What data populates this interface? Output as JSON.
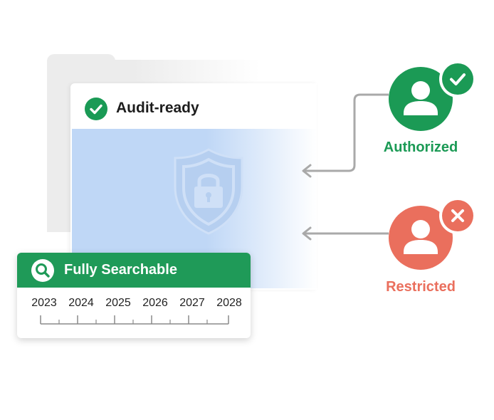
{
  "document": {
    "title": "Audit-ready",
    "icons": [
      "check-icon",
      "shield-lock-icon"
    ]
  },
  "search_card": {
    "title": "Fully Searchable",
    "icon": "search-icon",
    "years": [
      "2023",
      "2024",
      "2025",
      "2026",
      "2027",
      "2028"
    ]
  },
  "access": {
    "authorized": {
      "label": "Authorized",
      "icon": "user-icon",
      "badge_icon": "check-icon",
      "color": "#1b9a55"
    },
    "restricted": {
      "label": "Restricted",
      "icon": "user-icon",
      "badge_icon": "close-icon",
      "color": "#ea6f5d"
    }
  },
  "colors": {
    "green": "#1f9a58",
    "coral": "#ea6f5d",
    "document_blue": "#bfd7f6"
  }
}
